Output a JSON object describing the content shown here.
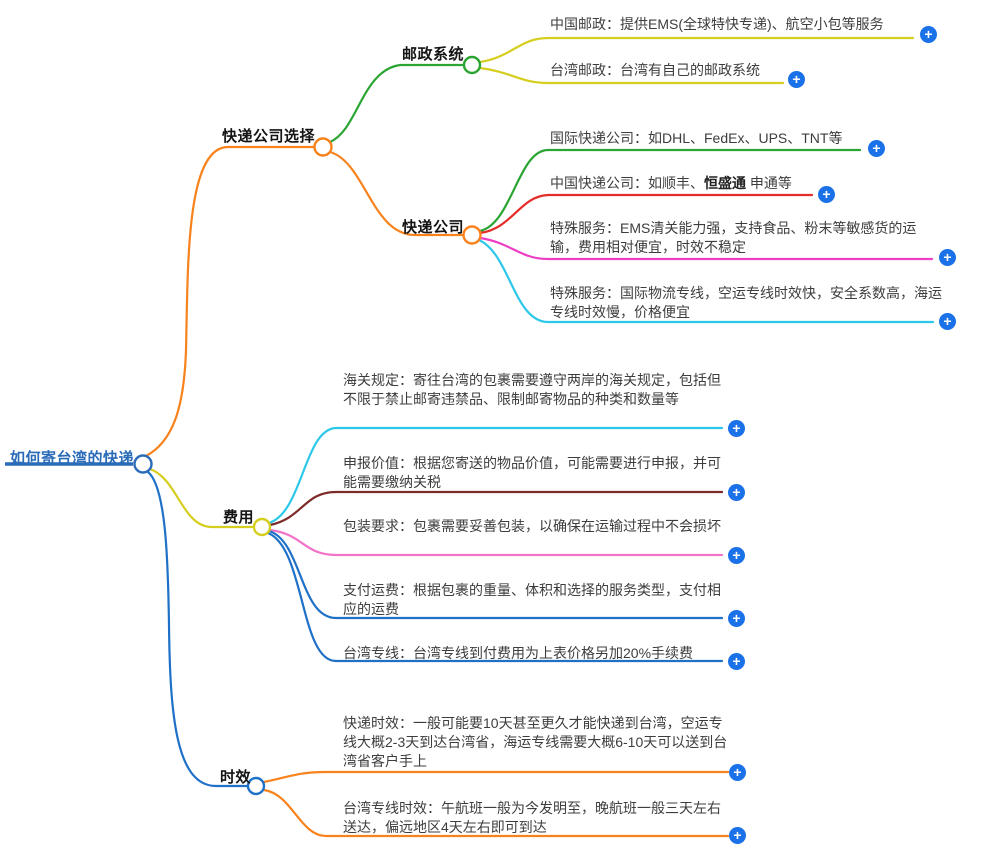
{
  "palette": {
    "orange": "#f8821c",
    "yellow": "#d6ce1e",
    "green": "#2aa432",
    "red": "#e42c28",
    "maroon": "#7d2b28",
    "magenta": "#ee3fc4",
    "pink": "#f273c8",
    "cyan": "#2cc8ea",
    "blue": "#1f71c8",
    "rootBlue": "#2b6cb8",
    "plusBlue": "#1b72e8"
  },
  "icons": {
    "plus": "+"
  },
  "mindmap": {
    "root": {
      "label": "如何寄台湾的快递"
    },
    "branches": [
      {
        "label": "快递公司选择",
        "children": [
          {
            "label": "邮政系统",
            "leaves": [
              {
                "text": "中国邮政：提供EMS(全球特快专递)、航空小包等服务"
              },
              {
                "text": "台湾邮政：台湾有自己的邮政系统"
              }
            ]
          },
          {
            "label": "快递公司",
            "leaves": [
              {
                "text": "国际快递公司：如DHL、FedEx、UPS、TNT等"
              },
              {
                "prefix": "中国快递公司：如顺丰、",
                "bold": "恒盛通",
                "suffix": " 申通等"
              },
              {
                "text": "特殊服务：EMS清关能力强，支持食品、粉末等敏感货的运输，费用相对便宜，时效不稳定"
              },
              {
                "text": "特殊服务：国际物流专线，空运专线时效快，安全系数高，海运专线时效慢，价格便宜"
              }
            ]
          }
        ]
      },
      {
        "label": "费用",
        "leaves": [
          {
            "text": "海关规定：寄往台湾的包裹需要遵守两岸的海关规定，包括但不限于禁止邮寄违禁品、限制邮寄物品的种类和数量等"
          },
          {
            "text": "申报价值：根据您寄送的物品价值，可能需要进行申报，并可能需要缴纳关税"
          },
          {
            "text": "包装要求：包裹需要妥善包装，以确保在运输过程中不会损坏"
          },
          {
            "text": "支付运费：根据包裹的重量、体积和选择的服务类型，支付相应的运费"
          },
          {
            "text": "台湾专线：台湾专线到付费用为上表价格另加20%手续费"
          }
        ]
      },
      {
        "label": "时效",
        "leaves": [
          {
            "text": "快递时效：一般可能要10天甚至更久才能快递到台湾，空运专线大概2-3天到达台湾省，海运专线需要大概6-10天可以送到台湾省客户手上"
          },
          {
            "text": "台湾专线时效：午航班一般为今发明至，晚航班一般三天左右送达，偏远地区4天左右即可到达"
          }
        ]
      }
    ]
  }
}
